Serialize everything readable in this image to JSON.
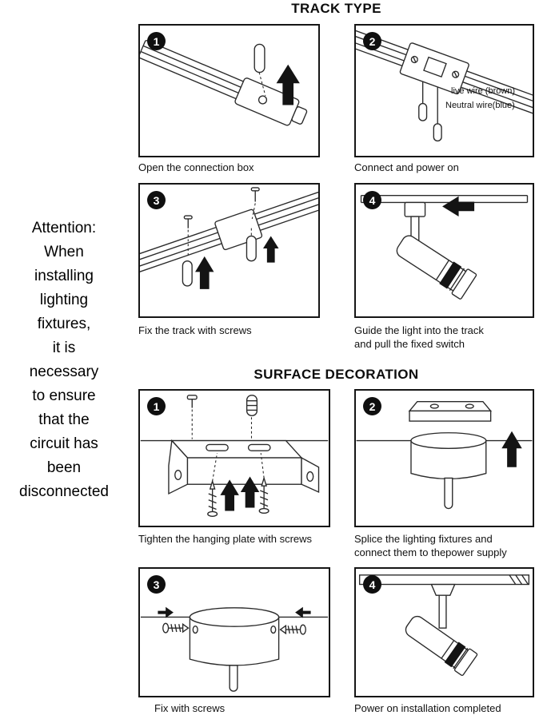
{
  "attention": {
    "text": "Attention:\nWhen\ninstalling\nlighting\nfixtures,\nit is\nnecessary\nto ensure\nthat the\ncircuit has\nbeen\ndisconnected"
  },
  "track_section": {
    "title": "TRACK TYPE",
    "steps": [
      {
        "number": "1",
        "caption": "Open the connection box"
      },
      {
        "number": "2",
        "caption": "Connect and power on",
        "wire_labels": {
          "live": "live wire (brown)",
          "neutral": "Neutral wire(blue)"
        }
      },
      {
        "number": "3",
        "caption": "Fix the track with screws"
      },
      {
        "number": "4",
        "caption": "Guide the light into the track\nand pull the fixed switch"
      }
    ]
  },
  "surface_section": {
    "title": "SURFACE DECORATION",
    "steps": [
      {
        "number": "1",
        "caption": "Tighten the hanging plate with screws"
      },
      {
        "number": "2",
        "caption": "Splice the lighting fixtures and\nconnect them to thepower supply"
      },
      {
        "number": "3",
        "caption": "Fix with screws"
      },
      {
        "number": "4",
        "caption": "Power on installation completed"
      }
    ]
  },
  "colors": {
    "ink": "#111111",
    "line": "#2a2a2a",
    "background": "#ffffff"
  }
}
